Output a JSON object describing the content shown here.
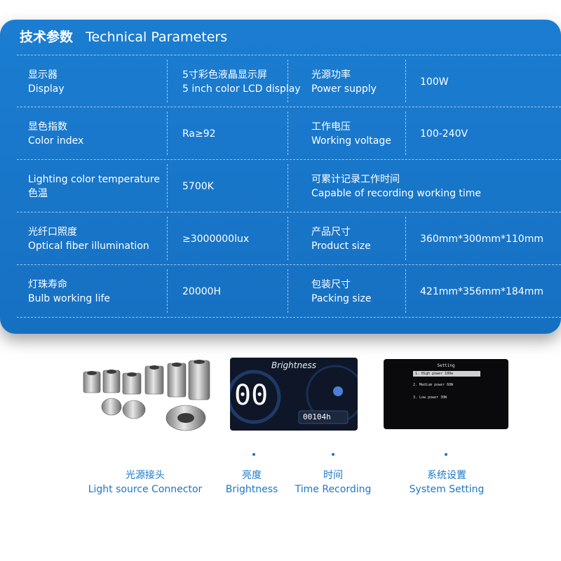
{
  "header": {
    "title_cn": "技术参数",
    "title_en": "Technical Parameters"
  },
  "rows": [
    {
      "l_cn": "显示器",
      "l_en": "Display",
      "v_cn": "5寸彩色液晶显示屏",
      "v_en": "5 inch color LCD display",
      "r_cn": "光源功率",
      "r_en": "Power supply",
      "rv": "100W"
    },
    {
      "l_cn": "显色指数",
      "l_en": "Color index",
      "v": "Ra≥92",
      "r_cn": "工作电压",
      "r_en": "Working voltage",
      "rv": "100-240V"
    },
    {
      "l_en": "Lighting color temperature",
      "l_cn": "色温",
      "v": "5700K",
      "r_cn": "可累计记录工作时间",
      "r_en": "Capable of recording working time"
    },
    {
      "l_cn": "光纤口照度",
      "l_en": "Optical fiber illumination",
      "v": "≥3000000lux",
      "r_cn": "产品尺寸",
      "r_en": "Product size",
      "rv": "360mm*300mm*110mm"
    },
    {
      "l_cn": "灯珠寿命",
      "l_en": "Bulb working life",
      "v": "20000H",
      "r_cn": "包装尺寸",
      "r_en": "Packing size",
      "rv": "421mm*356mm*184mm"
    }
  ],
  "screens": {
    "brightness_title": "Brightness",
    "brightness_value": "00",
    "time_value": "00104h",
    "setting_title": "Setting",
    "setting_items": [
      "1. High power 100w",
      "2. Medium power 60W",
      "3. Low power 30W"
    ]
  },
  "features": [
    {
      "cn": "光源接头",
      "en": "Light source Connector"
    },
    {
      "cn": "亮度",
      "en": "Brightness"
    },
    {
      "cn": "时间",
      "en": "Time Recording"
    },
    {
      "cn": "系统设置",
      "en": "System Setting"
    }
  ],
  "colors": {
    "panel": "#1a77c9",
    "label": "#1a77c9"
  }
}
